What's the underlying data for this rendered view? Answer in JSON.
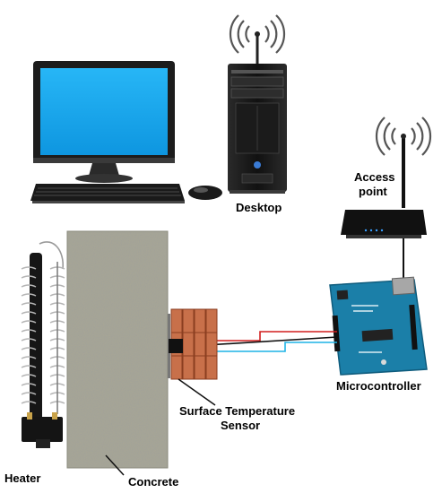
{
  "labels": {
    "desktop": "Desktop",
    "access_point_line1": "Access",
    "access_point_line2": "point",
    "microcontroller": "Microcontroller",
    "sensor_line1": "Surface Temperature",
    "sensor_line2": "Sensor",
    "heater": "Heater",
    "concrete": "Concrete"
  },
  "colors": {
    "monitor_screen": "#12a6f0",
    "board": "#1b7fa8",
    "sensor_pads": "#c8704a",
    "concrete": "#a6a596",
    "wire_red": "#d21f1f",
    "wire_cyan": "#1eb4e6",
    "wire_black": "#111111"
  },
  "icons": {
    "wifi_desktop": "wifi-signal-icon",
    "wifi_router": "wifi-signal-icon"
  }
}
